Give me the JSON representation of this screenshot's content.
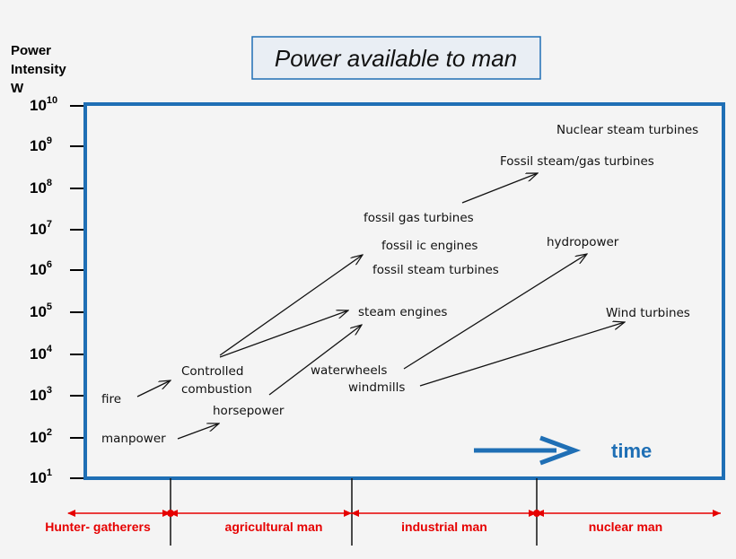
{
  "title": "Power available to man",
  "y_axis": {
    "title_lines": [
      "Power",
      "Intensity",
      "W"
    ],
    "tick_exponents": [
      "10",
      "9",
      "8",
      "7",
      "6",
      "5",
      "4",
      "3",
      "2",
      "1"
    ],
    "tick_base": "10"
  },
  "technologies": [
    {
      "id": "fire",
      "label": "fire"
    },
    {
      "id": "manpower",
      "label": "manpower"
    },
    {
      "id": "controlled",
      "label": "Controlled"
    },
    {
      "id": "combustion",
      "label": "combustion"
    },
    {
      "id": "horsepower",
      "label": "horsepower"
    },
    {
      "id": "waterwheels",
      "label": "waterwheels"
    },
    {
      "id": "windmills",
      "label": "windmills"
    },
    {
      "id": "steam-engines",
      "label": "steam engines"
    },
    {
      "id": "fossil-gas",
      "label": "fossil gas turbines"
    },
    {
      "id": "fossil-ic",
      "label": "fossil ic engines"
    },
    {
      "id": "fossil-steam",
      "label": "fossil steam turbines"
    },
    {
      "id": "fossil-steam-gas",
      "label": "Fossil steam/gas turbines"
    },
    {
      "id": "hydropower",
      "label": "hydropower"
    },
    {
      "id": "wind-turbines",
      "label": "Wind turbines"
    },
    {
      "id": "nuclear",
      "label": "Nuclear steam turbines"
    }
  ],
  "time_label": "time",
  "eras": [
    "Hunter- gatherers",
    "agricultural man",
    "industrial man",
    "nuclear man"
  ],
  "colors": {
    "frame": "#1f6fb5",
    "time_arrow": "#1f6fb5",
    "era_line": "#e60000",
    "title_border": "#1f6fb5",
    "title_bg": "#e9eef4"
  }
}
